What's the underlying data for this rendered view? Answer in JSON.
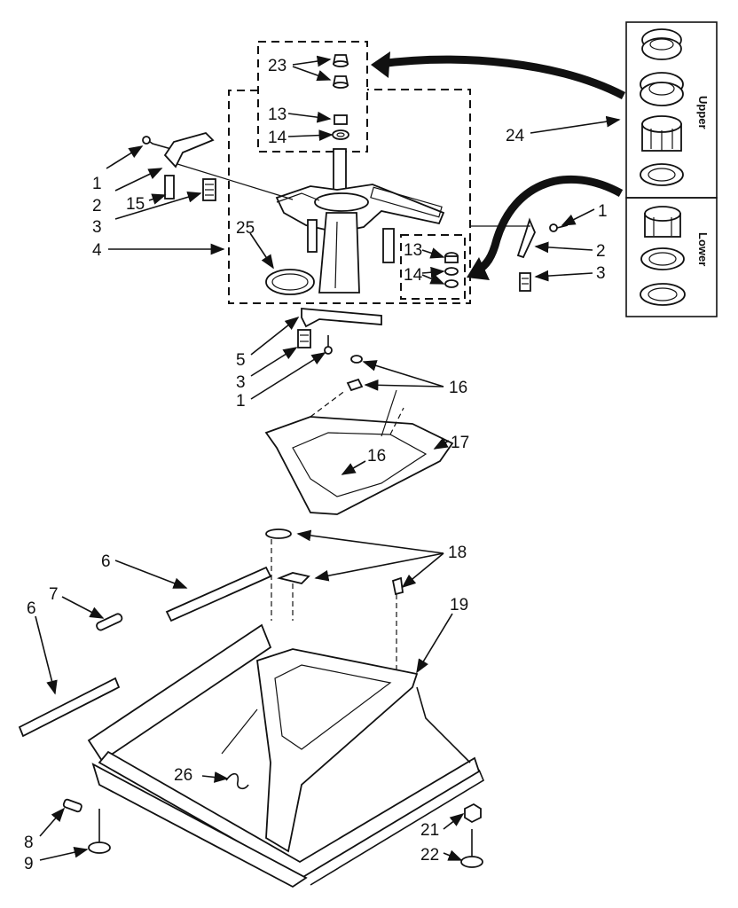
{
  "callouts": {
    "c1a": "1",
    "c2a": "2",
    "c15": "15",
    "c3a": "3",
    "c4": "4",
    "c25": "25",
    "c23": "23",
    "c13a": "13",
    "c14a": "14",
    "c24": "24",
    "c1b": "1",
    "c2b": "2",
    "c3b": "3",
    "c13b": "13",
    "c14b": "14",
    "c5": "5",
    "c3c": "3",
    "c1c": "1",
    "c16a": "16",
    "c17": "17",
    "c16b": "16",
    "c6a": "6",
    "c7": "7",
    "c6b": "6",
    "c18": "18",
    "c19": "19",
    "c26": "26",
    "c8": "8",
    "c9": "9",
    "c21": "21",
    "c22": "22"
  },
  "kit_labels": {
    "upper": "Upper",
    "lower": "Lower"
  }
}
